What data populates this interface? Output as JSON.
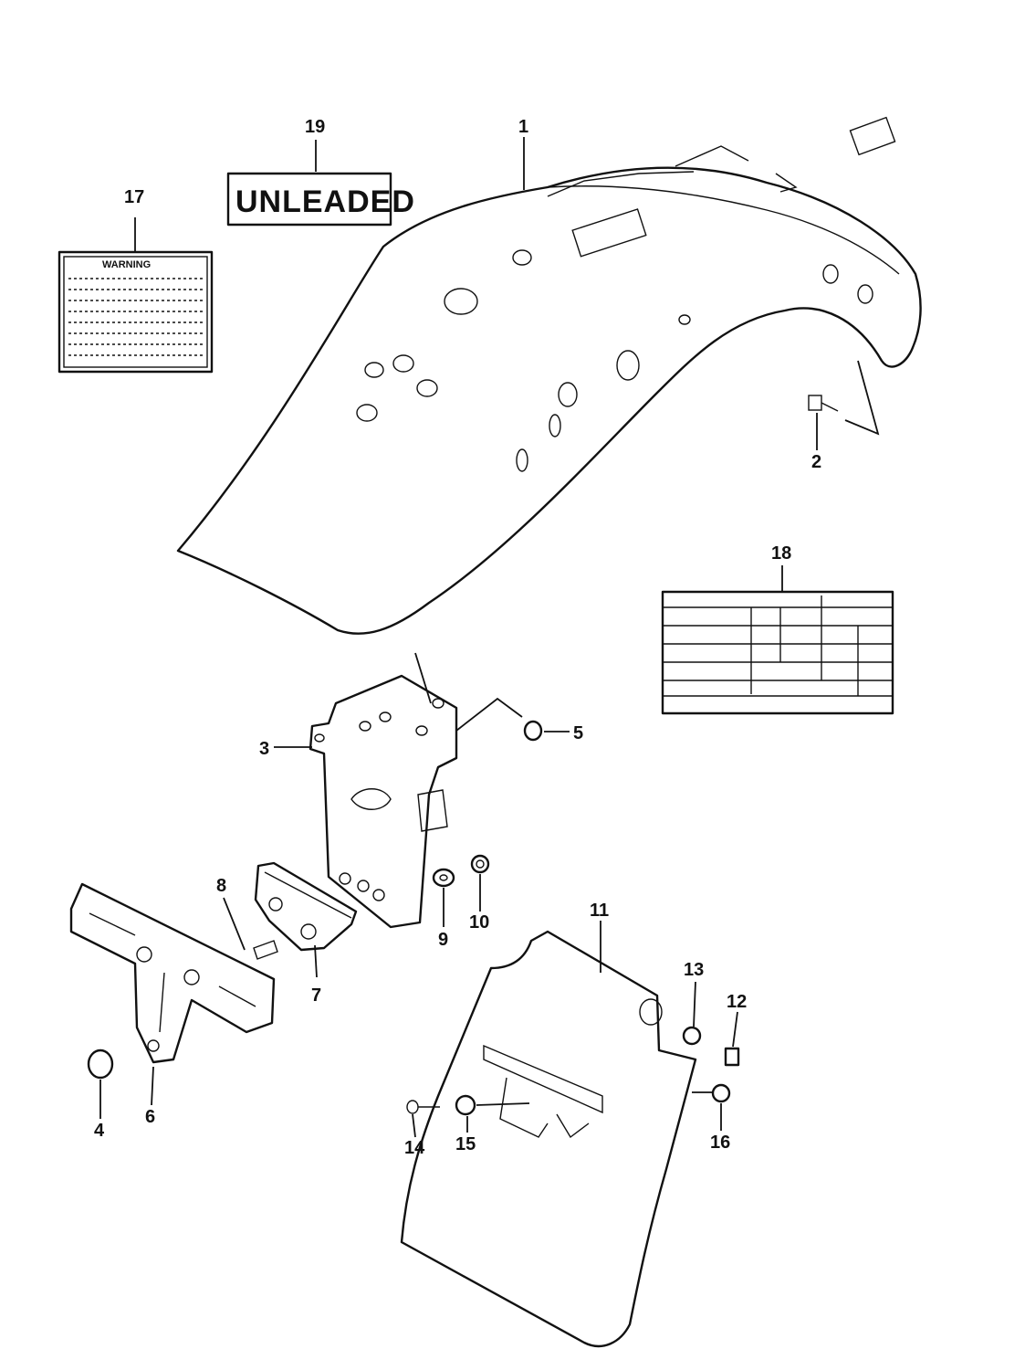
{
  "diagram": {
    "callouts": [
      "1",
      "2",
      "3",
      "4",
      "5",
      "6",
      "7",
      "8",
      "9",
      "10",
      "11",
      "12",
      "13",
      "14",
      "15",
      "16",
      "17",
      "18",
      "19"
    ],
    "label_19_text": "UNLEADED",
    "label_17_text": "WARNING"
  },
  "colors": {
    "ink": "#111111",
    "paper": "#ffffff"
  }
}
